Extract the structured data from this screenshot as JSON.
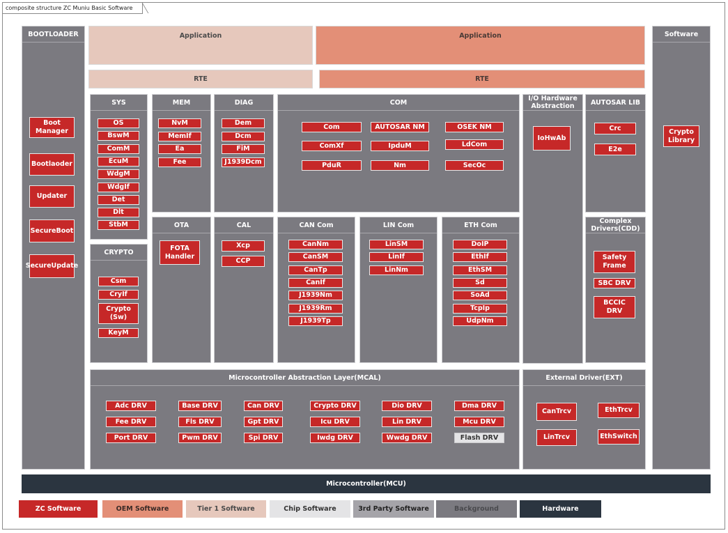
{
  "diagram_tab": "composite structure ZC Muniu Basic Software",
  "colors": {
    "zc": "#c62828",
    "oem": "#e38f77",
    "tier1": "#e6c8bc",
    "chip": "#e4e4e6",
    "third": "#a5a4a9",
    "background": "#7b7a80",
    "hardware": "#2b3540"
  },
  "bootloader": {
    "title": "BOOTLOADER",
    "items": [
      "Boot\nManager",
      "Bootlaoder",
      "Updater",
      "SecureBoot",
      "SecureUpdate"
    ]
  },
  "software": {
    "title": "Software",
    "items": [
      "Crypto\nLibrary"
    ]
  },
  "app_tier1": "Application",
  "app_oem": "Application",
  "rte_tier1": "RTE",
  "rte_oem": "RTE",
  "sys": {
    "title": "SYS",
    "items": [
      "OS",
      "BswM",
      "ComM",
      "EcuM",
      "WdgM",
      "WdgIf",
      "Det",
      "Dlt",
      "StbM"
    ]
  },
  "mem": {
    "title": "MEM",
    "items": [
      "NvM",
      "MemIf",
      "Ea",
      "Fee"
    ]
  },
  "diag": {
    "title": "DIAG",
    "items": [
      "Dem",
      "Dcm",
      "FiM",
      "J1939Dcm"
    ]
  },
  "com": {
    "title": "COM",
    "items": [
      "Com",
      "AUTOSAR NM",
      "OSEK NM",
      "ComXf",
      "IpduM",
      "LdCom",
      "PduR",
      "Nm",
      "SecOc"
    ]
  },
  "iohw": {
    "title": "I/O Hardware\nAbstraction",
    "items": [
      "IoHwAb"
    ]
  },
  "autosarlib": {
    "title": "AUTOSAR LIB",
    "items": [
      "Crc",
      "E2e"
    ]
  },
  "crypto": {
    "title": "CRYPTO",
    "items": [
      "Csm",
      "CryIf",
      "Crypto\n(Sw)",
      "KeyM"
    ]
  },
  "ota": {
    "title": "OTA",
    "items": [
      "FOTA\nHandler"
    ]
  },
  "cal": {
    "title": "CAL",
    "items": [
      "Xcp",
      "CCP"
    ]
  },
  "cancom": {
    "title": "CAN Com",
    "items": [
      "CanNm",
      "CanSM",
      "CanTp",
      "CanIf",
      "J1939Nm",
      "J1939Rm",
      "J1939Tp"
    ]
  },
  "lincom": {
    "title": "LIN Com",
    "items": [
      "LinSM",
      "LinIf",
      "LinNm"
    ]
  },
  "ethcom": {
    "title": "ETH Com",
    "items": [
      "DoIP",
      "EthIf",
      "EthSM",
      "Sd",
      "SoAd",
      "TcpIp",
      "UdpNm"
    ]
  },
  "cdd": {
    "title": "Complex\nDrivers(CDD)",
    "items": [
      "Safety\nFrame",
      "SBC DRV",
      "BCCIC\nDRV"
    ]
  },
  "mcal": {
    "title": "Microcontroller Abstraction Layer(MCAL)",
    "items": [
      "Adc DRV",
      "Base DRV",
      "Can DRV",
      "Crypto DRV",
      "Dio DRV",
      "Dma DRV",
      "Fee DRV",
      "Fls DRV",
      "Gpt DRV",
      "Icu DRV",
      "Lin DRV",
      "Mcu DRV",
      "Port DRV",
      "Pwm DRV",
      "Spi DRV",
      "Iwdg DRV",
      "Wwdg DRV",
      "Flash DRV"
    ]
  },
  "ext": {
    "title": "External Driver(EXT)",
    "items": [
      "CanTrcv",
      "EthTrcv",
      "LinTrcv",
      "EthSwitch"
    ]
  },
  "mcu": "Microcontroller(MCU)",
  "legend": [
    "ZC Software",
    "OEM Software",
    "Tier 1 Software",
    "Chip Software",
    "3rd Party Software",
    "Background",
    "Hardware"
  ]
}
